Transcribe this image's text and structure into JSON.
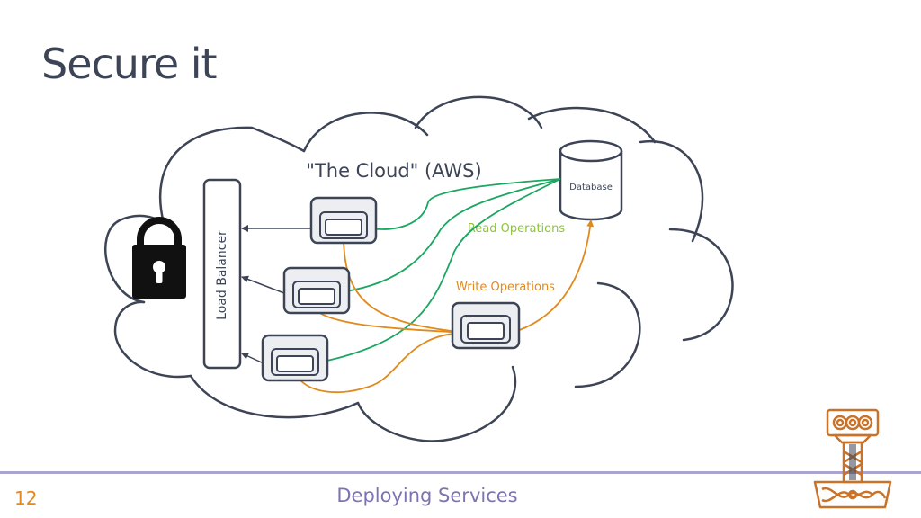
{
  "slide": {
    "title": "Secure it",
    "number": "12",
    "footer": "Deploying Services"
  },
  "diagram": {
    "cloud_label": "\"The Cloud\" (AWS)",
    "load_balancer_label": "Load Balancer",
    "database_label": "Database",
    "read_label": "Read Operations",
    "write_label": "Write Operations"
  },
  "colors": {
    "outline": "#3c4456",
    "read": "#1aa760",
    "read_label": "#8cc43c",
    "write": "#e08a1e",
    "accent": "#7c73b3",
    "logo": "#c8722a"
  },
  "icons": {
    "lock": "padlock-icon",
    "logo": "thors-hammer-logo"
  }
}
